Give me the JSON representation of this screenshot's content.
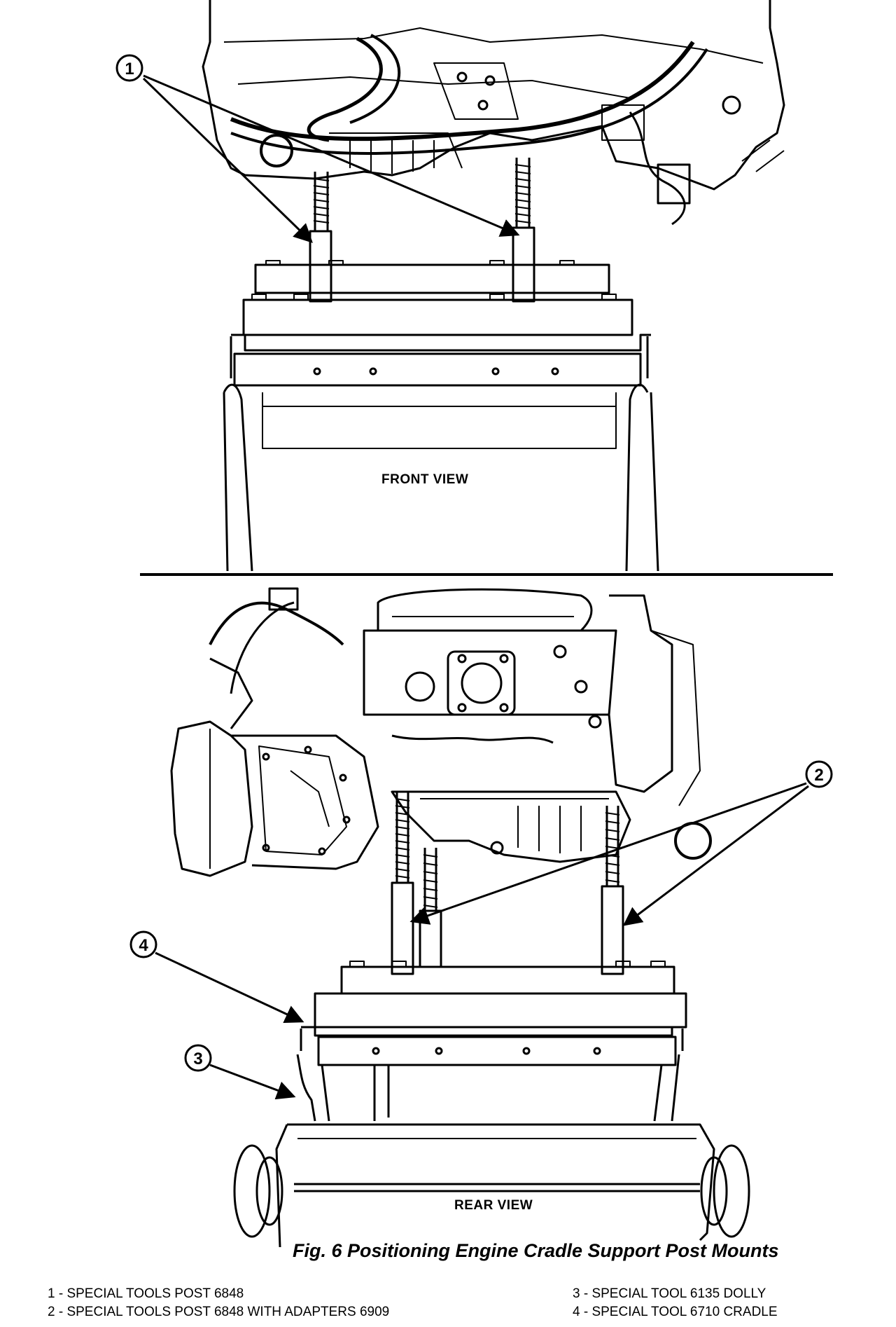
{
  "views": {
    "front": "FRONT VIEW",
    "rear": "REAR VIEW"
  },
  "callouts": [
    "1",
    "2",
    "3",
    "4"
  ],
  "caption": "Fig. 6 Positioning Engine Cradle Support Post Mounts",
  "legend": [
    "1 - SPECIAL TOOLS POST 6848",
    "2 - SPECIAL TOOLS POST 6848 WITH ADAPTERS 6909",
    "3 - SPECIAL TOOL 6135 DOLLY",
    "4 - SPECIAL TOOL 6710 CRADLE"
  ]
}
